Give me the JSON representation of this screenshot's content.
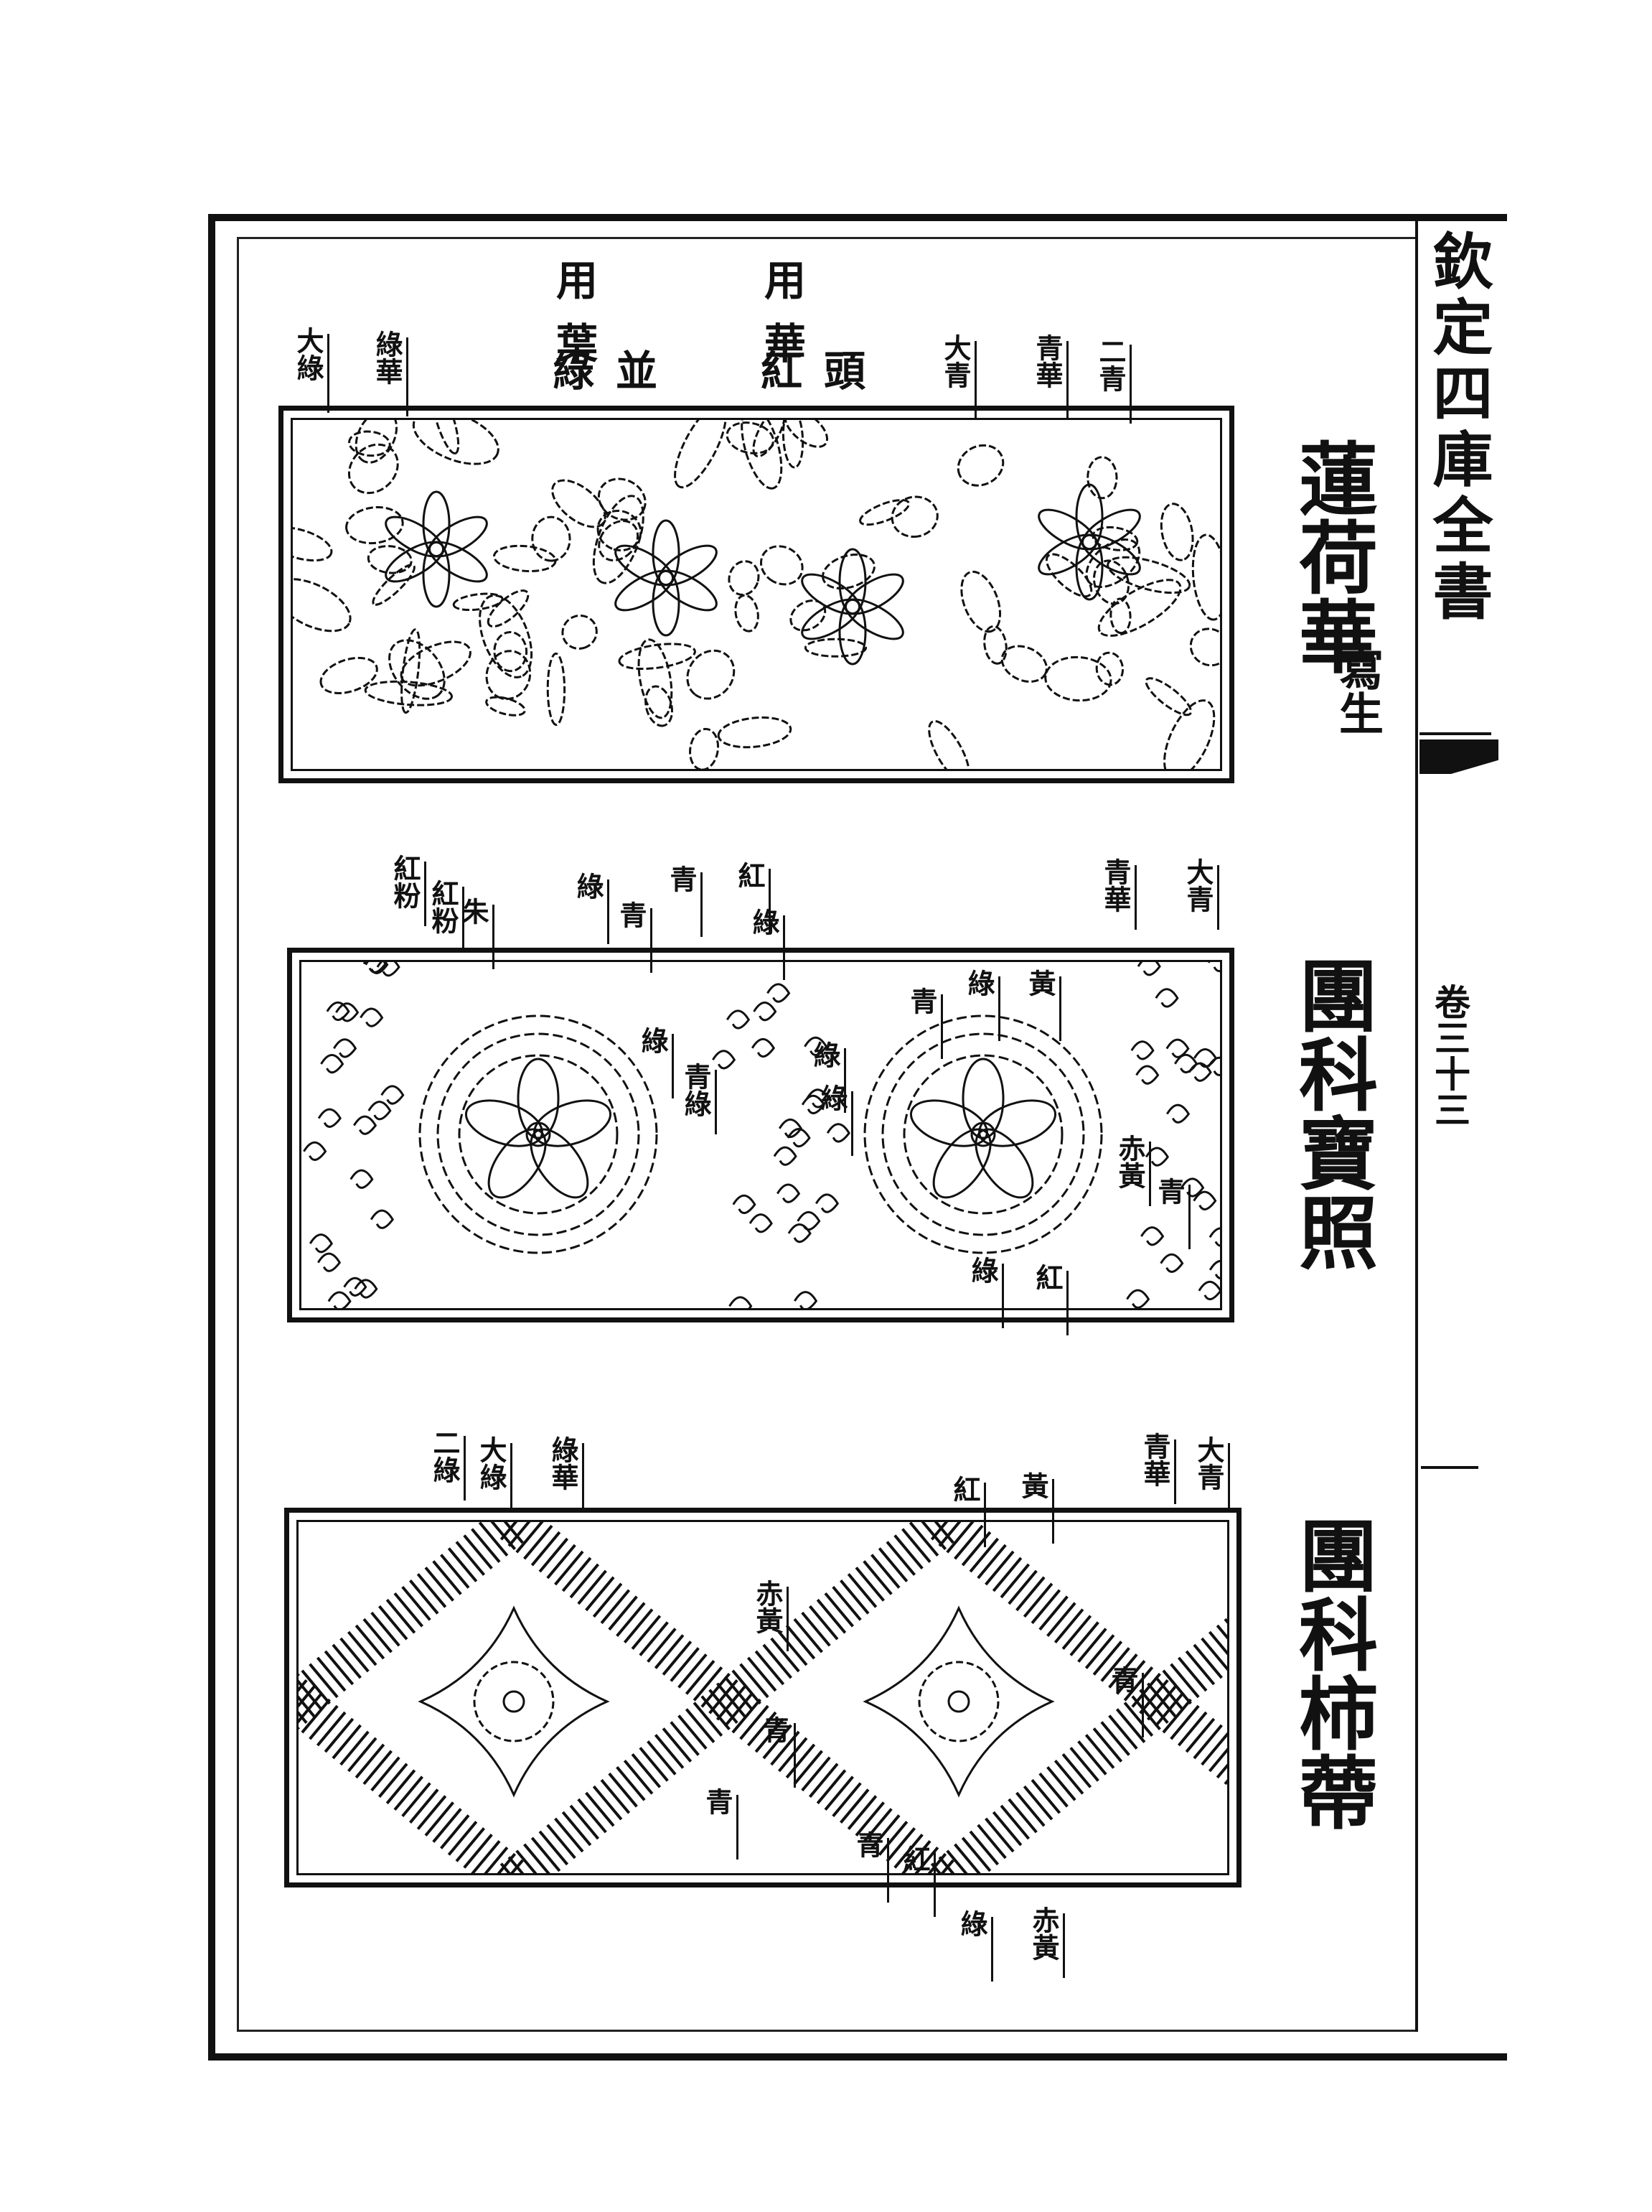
{
  "header": {
    "collection_title": "欽定四庫全書",
    "volume": "卷三十三"
  },
  "plates": [
    {
      "title": "蓮荷華",
      "subtitle": "寫生",
      "note": {
        "line1_right": "用華",
        "line1_left": "用葉",
        "line2_right": "紅頭",
        "line2_left": "綠並"
      },
      "labels": [
        "大綠",
        "綠華",
        "大青",
        "青華",
        "二青"
      ]
    },
    {
      "title": "團科寶照",
      "labels": [
        "紅粉",
        "紅粉",
        "朱",
        "綠",
        "青",
        "青",
        "紅",
        "綠",
        "青華",
        "大青",
        "青",
        "綠",
        "黃",
        "綠",
        "青綠",
        "綠",
        "綠",
        "赤黃",
        "青",
        "綠",
        "紅"
      ]
    },
    {
      "title": "團科柿蔕",
      "labels": [
        "二綠",
        "大綠",
        "綠華",
        "紅",
        "黃",
        "青華",
        "大青",
        "赤黃",
        "青",
        "青",
        "青",
        "青",
        "紅",
        "綠",
        "赤黃"
      ]
    }
  ]
}
